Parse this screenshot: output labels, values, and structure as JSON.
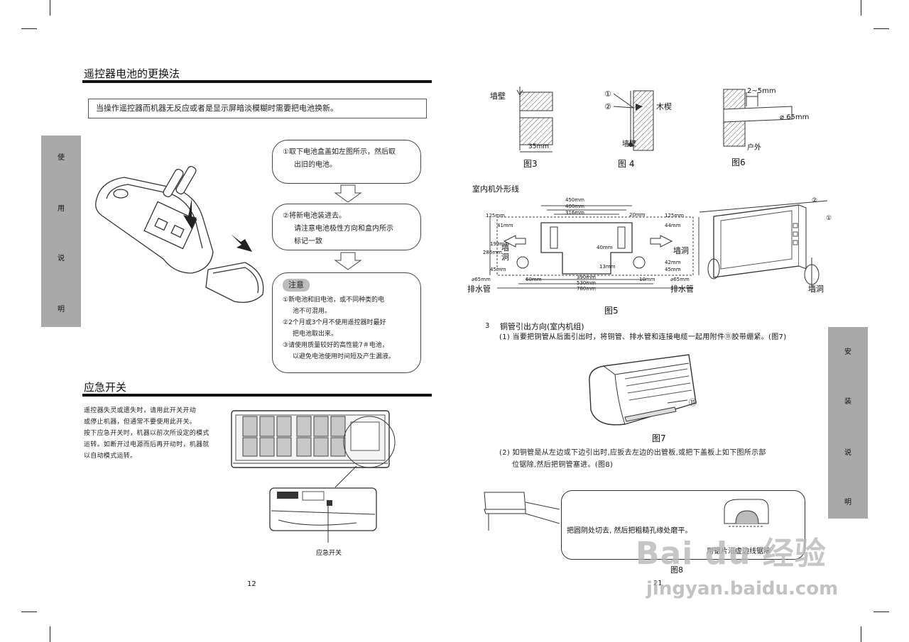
{
  "left": {
    "section1_title": "遥控器电池的更换法",
    "notice": "当操作遥控器而机器无反应或者是显示屏暗淡模糊时需要把电池换新。",
    "sidetab": [
      "使",
      "用",
      "说",
      "明"
    ],
    "step1": [
      "①取下电池盒盖如左图所示，然后取",
      "出旧的电池。"
    ],
    "step2": [
      "②将新电池装进去。",
      "请注意电池极性方向和盒内所示",
      "标记一致"
    ],
    "note_title": "注意",
    "notes": [
      "①新电池和旧电池，或不同种类的电",
      "池不可混用。",
      "②2个月或3个月不使用遥控器时最好",
      "把电池取出来。",
      "③请使用质量较好的高性能7＃电池，",
      "以避免电池使用时间短及产生漏液。"
    ],
    "section2_title": "应急开关",
    "emergency_text": [
      "遥控器失灵或遗失时，请用此开关开动",
      "或停止机器，但通常不要使用此开关。",
      "按下应急开关时，机器以前次所设定的模式",
      "运转。如断开过电源而后再开动时，机器就",
      "以自动模式运转。"
    ],
    "emergency_label": "应急开关",
    "page_number": "12"
  },
  "right": {
    "fig3": {
      "wall": "墙壁",
      "dim": "35mm",
      "caption": "图3"
    },
    "fig4": {
      "n1": "①",
      "n2": "②",
      "wedge": "木楔",
      "wall": "墙壁",
      "caption": "图 4"
    },
    "fig6": {
      "dim1": "2~5mm",
      "dim2": "⌀ 65mm",
      "outdoor": "户外",
      "caption": "图6"
    },
    "fig5": {
      "outline": "室内机外形线",
      "wall_hole_left": [
        "墙",
        "洞"
      ],
      "wall_hole_right": "墙洞",
      "drain_left": "排水管",
      "drain_right": "排水管",
      "wall_hole_far": "墙洞",
      "dims": [
        "450mm",
        "400mm",
        "316mm",
        "20mm",
        "125mm",
        "125mm",
        "41mm",
        "44mm",
        "199mm",
        "286mm",
        "45mm",
        "42mm",
        "13mm",
        "45mm",
        "60mm",
        "390mm",
        "530mm",
        "780mm",
        "10mm",
        "⌀65mm",
        "⌀65mm",
        "40mm"
      ],
      "mark1": "①",
      "mark2": "②",
      "caption": "图5"
    },
    "sec3_num": "3",
    "sec3_title": "铜管引出方向(室内机组)",
    "sec3_p1": "(1) 当要把铜管从后面引出时，将铜管、排水管和连接电缆一起用附件⑪胶带绷紧。(图7)",
    "fig7": {
      "mark": "⑪",
      "caption": "图7"
    },
    "sec3_p2": [
      "(2) 如铜管是从左边或下边引出时,应扳去左边的出管板,或把下盖板上如下图所示部",
      "位锯除,然后把铜管塞进。(图8)"
    ],
    "fig8": {
      "t1": "把圆阴处切去, 然后把粗糙孔缘处磨平。",
      "t2": "用锯片沿虚边线锯除",
      "caption": "图8"
    },
    "sidetab": [
      "安",
      "装",
      "说",
      "明"
    ],
    "page_number": "21"
  },
  "watermark": {
    "brand": "Bai du 经验",
    "url": "jingyan.baidu.com"
  }
}
